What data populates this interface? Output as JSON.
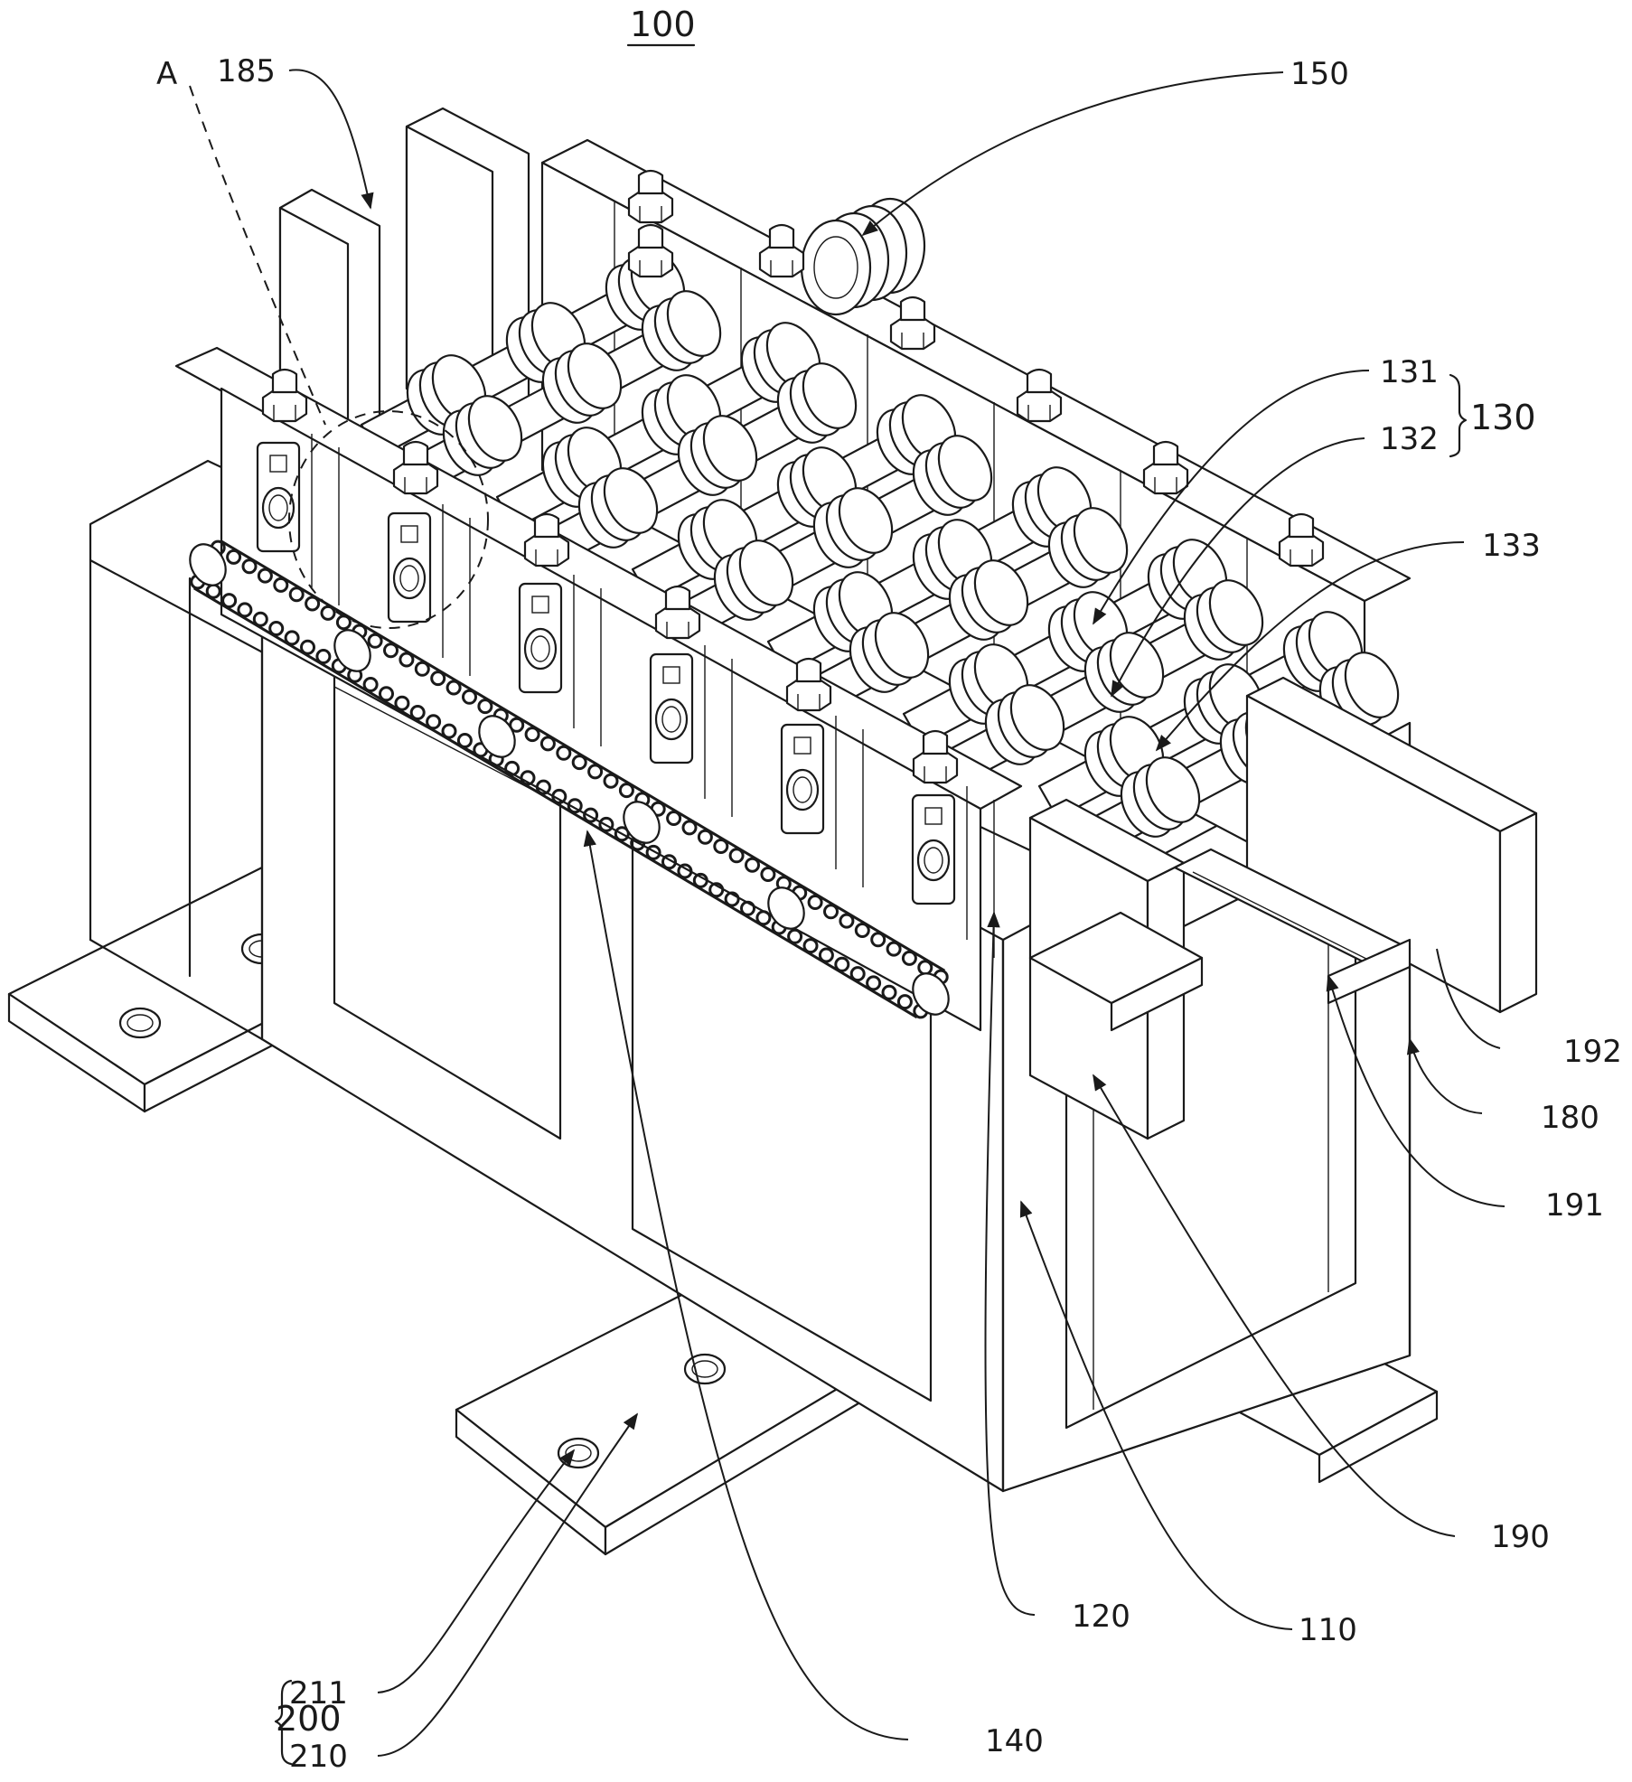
{
  "figure": {
    "title_ref": "100",
    "view_marker": "A",
    "labels": {
      "l185": "185",
      "l150": "150",
      "l131": "131",
      "l132": "132",
      "l130": "130",
      "l133": "133",
      "l192": "192",
      "l180": "180",
      "l191": "191",
      "l190": "190",
      "l110": "110",
      "l120": "120",
      "l140": "140",
      "l200": "200",
      "l211": "211",
      "l210": "210"
    },
    "groups": [
      {
        "parent": "130",
        "children": [
          "131",
          "132"
        ]
      },
      {
        "parent": "200",
        "children": [
          "211",
          "210"
        ]
      }
    ]
  },
  "colors": {
    "line": "#1a1a1a",
    "background": "#ffffff"
  }
}
